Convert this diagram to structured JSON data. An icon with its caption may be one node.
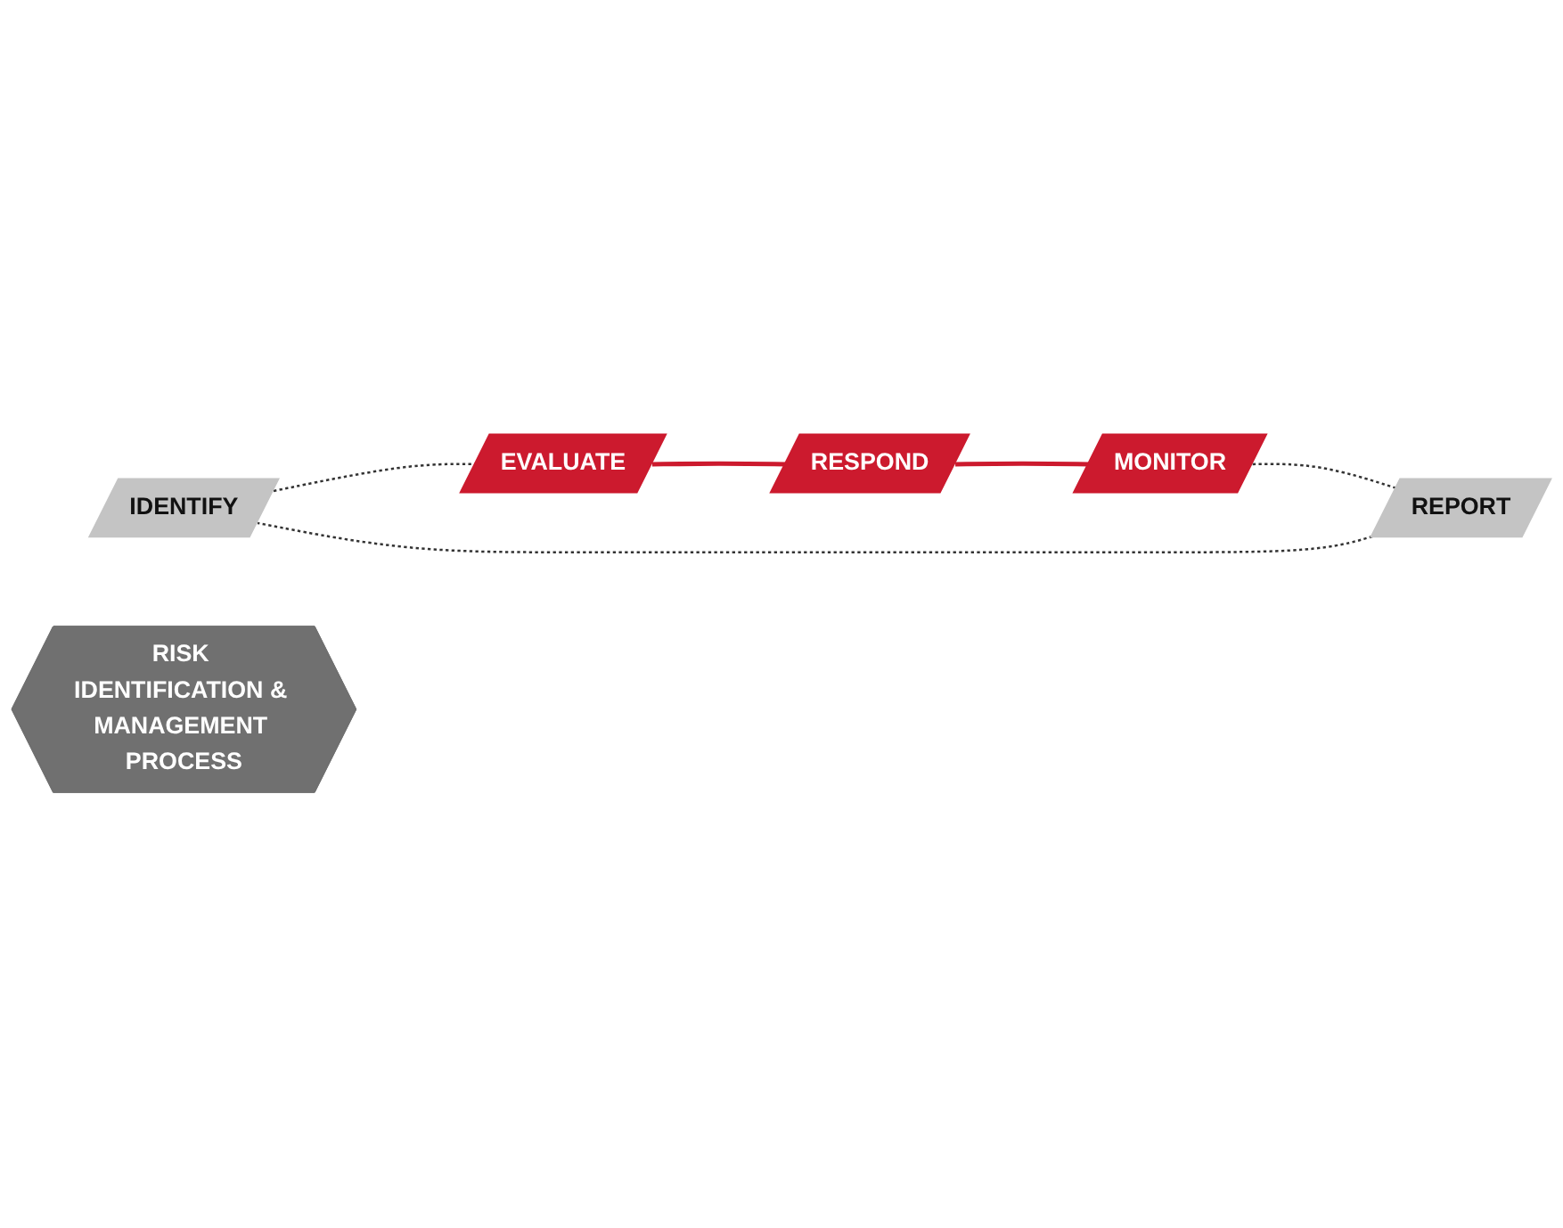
{
  "diagram": {
    "nodes": [
      {
        "text": [
          "IDENTIFY"
        ]
      },
      {
        "text": [
          "EVALUATE"
        ]
      },
      {
        "text": [
          "RISK IDENTIFICATION & MANAGEMENT PROCESS"
        ]
      },
      {
        "text": [
          "RESPOND"
        ]
      },
      {
        "text": [
          "REPORT"
        ]
      },
      {
        "text": [
          "MONITOR"
        ]
      }
    ],
    "edges": [
      {
        "from": 0,
        "to": 1,
        "arrow": "none",
        "style": "dashed"
      },
      {
        "from": 1,
        "to": 3,
        "arrow": "none",
        "color": "#cc1a2e"
      },
      {
        "from": 3,
        "to": 5,
        "arrow": "none",
        "color": "#cc1a2e"
      },
      {
        "from": 5,
        "to": 4,
        "arrow": "none",
        "style": "dashed"
      },
      {
        "from": 4,
        "to": 0,
        "arrow": "none",
        "style": "dashed"
      }
    ]
  }
}
